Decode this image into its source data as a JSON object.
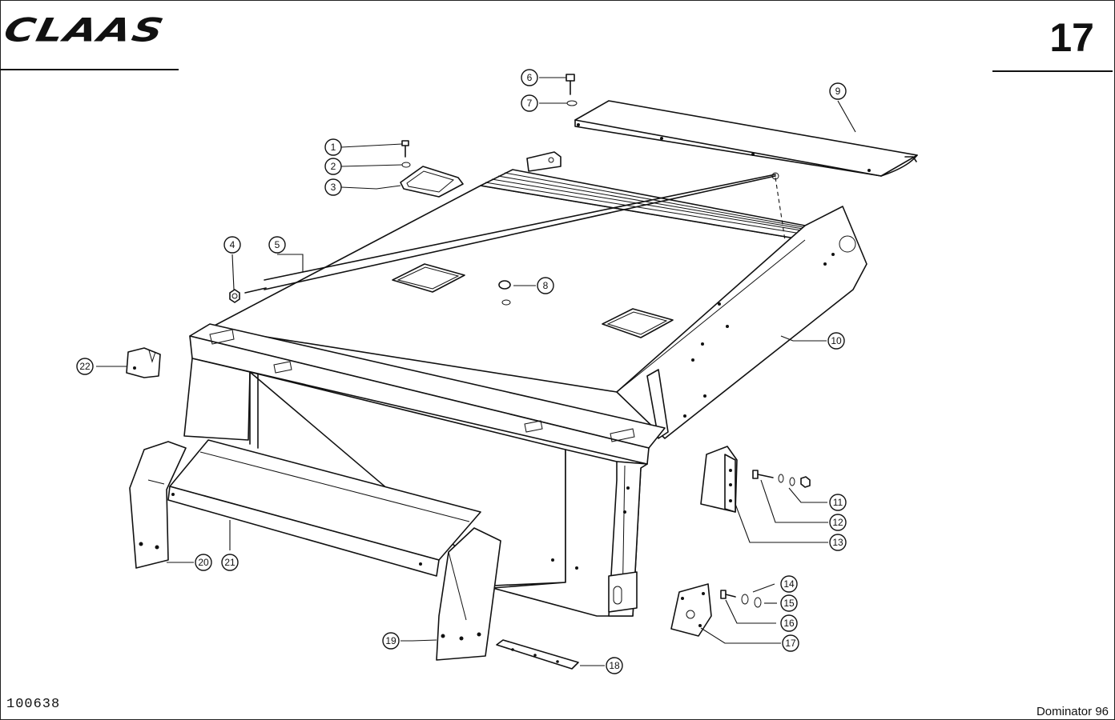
{
  "header": {
    "brand_logo": "CLAAS",
    "page_number": "17"
  },
  "footer": {
    "drawing_id": "100638",
    "model": "Dominator 96"
  },
  "callouts": [
    {
      "label": "1"
    },
    {
      "label": "2"
    },
    {
      "label": "3"
    },
    {
      "label": "4"
    },
    {
      "label": "5"
    },
    {
      "label": "6"
    },
    {
      "label": "7"
    },
    {
      "label": "8"
    },
    {
      "label": "9"
    },
    {
      "label": "10"
    },
    {
      "label": "11"
    },
    {
      "label": "12"
    },
    {
      "label": "13"
    },
    {
      "label": "14"
    },
    {
      "label": "15"
    },
    {
      "label": "16"
    },
    {
      "label": "17"
    },
    {
      "label": "18"
    },
    {
      "label": "19"
    },
    {
      "label": "20"
    },
    {
      "label": "21"
    },
    {
      "label": "22"
    }
  ]
}
